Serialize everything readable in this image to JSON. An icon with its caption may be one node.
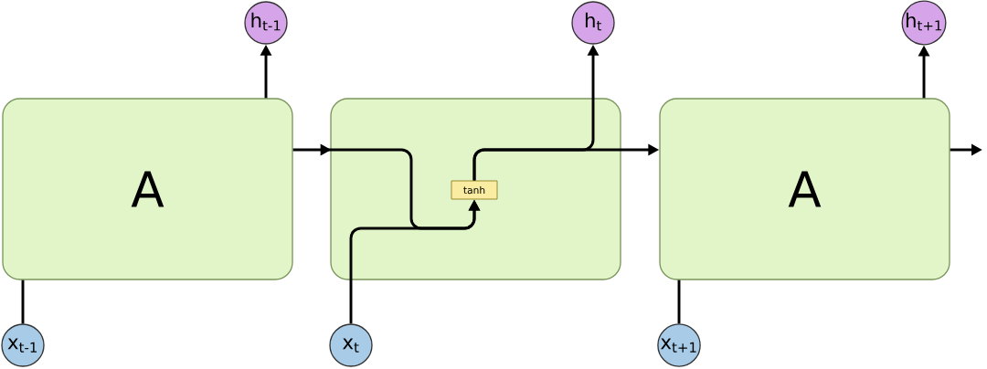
{
  "diagram": {
    "nodes": [
      {
        "text": [
          "h$_{t-1}$"
        ]
      },
      {
        "text": [
          "h$_{t}$"
        ]
      },
      {
        "text": [
          "h$_{t+1}$"
        ]
      },
      {
        "text": [
          "A"
        ]
      },
      {
        "text": [],
        "shape": "box"
      },
      {
        "text": [
          "tanh"
        ],
        "in": 4
      },
      {
        "text": [
          "A"
        ]
      },
      {
        "text": [
          "x$_{t-1}$"
        ]
      },
      {
        "text": [
          "x$_{t}$"
        ]
      },
      {
        "text": [
          "x$_{t+1}$"
        ]
      }
    ],
    "edges": [
      {
        "from": 7,
        "to": 3,
        "arrow": "none"
      },
      {
        "from": 3,
        "to": 0,
        "arrow": "to"
      },
      {
        "from": 3,
        "to": 5,
        "arrow": "to"
      },
      {
        "from": 8,
        "to": 5,
        "arrow": "to"
      },
      {
        "from": 5,
        "to": 1,
        "arrow": "to"
      },
      {
        "from": 5,
        "to": 6,
        "arrow": "to"
      },
      {
        "from": 9,
        "to": 6,
        "arrow": "none"
      },
      {
        "from": 6,
        "to": 2,
        "arrow": "to"
      },
      {
        "from": 6,
        "to": null,
        "arrow": "to"
      }
    ]
  }
}
